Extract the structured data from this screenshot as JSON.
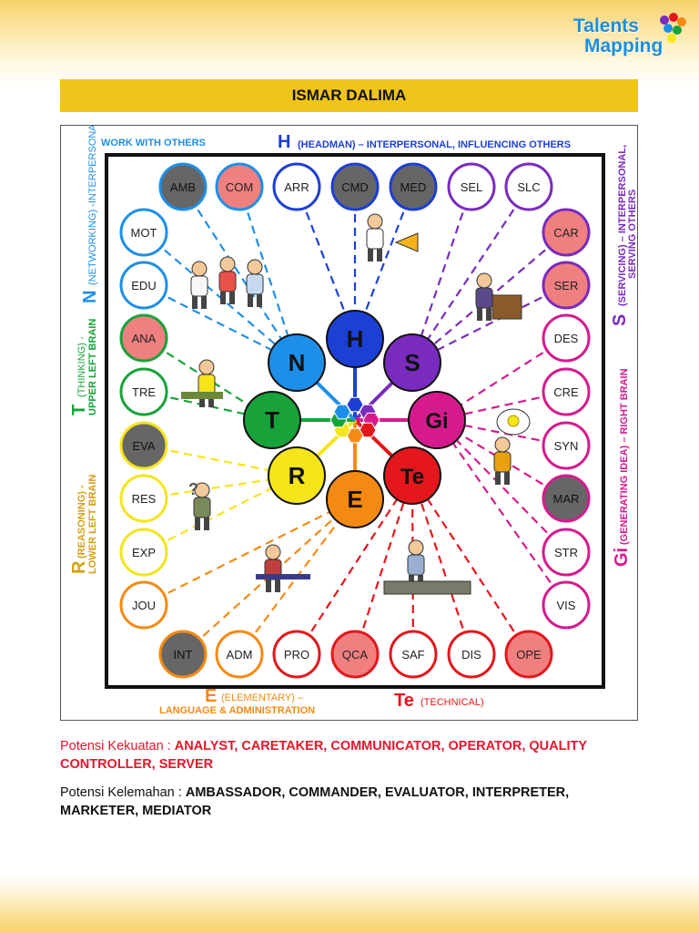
{
  "logo": {
    "line1": "Talents",
    "line2": "Mapping"
  },
  "title": "ISMAR DALIMA",
  "diagram": {
    "header_top": {
      "letter": "H",
      "text": "(HEADMAN) – INTERPERSONAL, INFLUENCING OTHERS"
    },
    "work_with_others": "WORK WITH OTHERS",
    "left_n": {
      "letter": "N",
      "text": "(NETWORKING) -INTERPERSONAL"
    },
    "left_t": {
      "letter": "T",
      "text1": "(THINKING) -",
      "text2": "UPPER LEFT BRAIN"
    },
    "left_r": {
      "letter": "R",
      "text1": "(REASONING) -",
      "text2": "LOWER LEFT BRAIN"
    },
    "right_s": {
      "letter": "S",
      "text1": "(SERVICING) – INTERPERSONAL,",
      "text2": "SERVING OTHERS"
    },
    "right_gi": {
      "letter": "Gi",
      "text": "(GENERATING IDEA) – RIGHT BRAIN"
    },
    "bottom_e": {
      "letter": "E",
      "text1": "(ELEMENTARY) –",
      "text2": "LANGUAGE & ADMINISTRATION"
    },
    "bottom_te": {
      "letter": "Te",
      "text": "(TECHNICAL)"
    },
    "center_nodes": [
      "H",
      "S",
      "Gi",
      "Te",
      "E",
      "R",
      "T",
      "N"
    ],
    "talents": {
      "top": [
        {
          "code": "AMB",
          "state": "weak"
        },
        {
          "code": "COM",
          "state": "strong"
        },
        {
          "code": "ARR",
          "state": "normal"
        },
        {
          "code": "CMD",
          "state": "weak"
        },
        {
          "code": "MED",
          "state": "weak"
        },
        {
          "code": "SEL",
          "state": "normal"
        },
        {
          "code": "SLC",
          "state": "normal"
        }
      ],
      "left": [
        {
          "code": "MOT",
          "state": "normal"
        },
        {
          "code": "EDU",
          "state": "normal"
        },
        {
          "code": "ANA",
          "state": "strong"
        },
        {
          "code": "TRE",
          "state": "normal"
        },
        {
          "code": "EVA",
          "state": "weak"
        },
        {
          "code": "RES",
          "state": "normal"
        },
        {
          "code": "EXP",
          "state": "normal"
        },
        {
          "code": "JOU",
          "state": "normal"
        }
      ],
      "right": [
        {
          "code": "CAR",
          "state": "strong"
        },
        {
          "code": "SER",
          "state": "strong"
        },
        {
          "code": "DES",
          "state": "normal"
        },
        {
          "code": "CRE",
          "state": "normal"
        },
        {
          "code": "SYN",
          "state": "normal"
        },
        {
          "code": "MAR",
          "state": "weak"
        },
        {
          "code": "STR",
          "state": "normal"
        },
        {
          "code": "VIS",
          "state": "normal"
        }
      ],
      "bottom": [
        {
          "code": "INT",
          "state": "weak"
        },
        {
          "code": "ADM",
          "state": "normal"
        },
        {
          "code": "PRO",
          "state": "normal"
        },
        {
          "code": "QCA",
          "state": "strong"
        },
        {
          "code": "SAF",
          "state": "normal"
        },
        {
          "code": "DIS",
          "state": "normal"
        },
        {
          "code": "OPE",
          "state": "strong"
        }
      ]
    },
    "colors": {
      "H": "#1c3fd6",
      "S": "#7a2bbf",
      "Gi": "#d61a8e",
      "Te": "#e3171c",
      "E": "#f58a12",
      "R": "#f5e51a",
      "T": "#17a33a",
      "N": "#1e8fe8",
      "strong_fill": "#f08080",
      "weak_fill": "#666666"
    }
  },
  "strengths": {
    "label": "Potensi Kekuatan : ",
    "value": "ANALYST, CARETAKER, COMMUNICATOR, OPERATOR, QUALITY CONTROLLER, SERVER"
  },
  "weaknesses": {
    "label": "Potensi Kelemahan : ",
    "value": "AMBASSADOR, COMMANDER, EVALUATOR, INTERPRETER, MARKETER, MEDIATOR"
  }
}
